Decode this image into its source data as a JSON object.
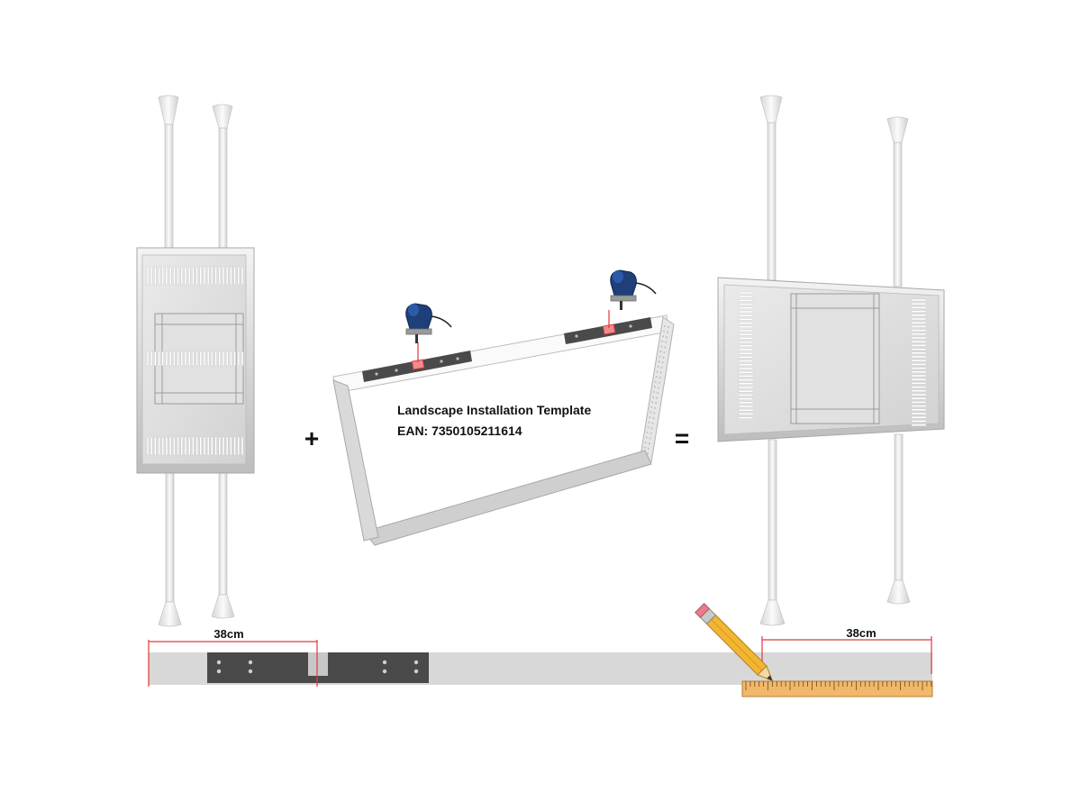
{
  "template": {
    "title": "Landscape Installation Template",
    "ean": "EAN: 7350105211614"
  },
  "operators": {
    "plus": "+",
    "equals": "="
  },
  "measurements": {
    "left": "38cm",
    "right": "38cm"
  },
  "colors": {
    "frame": "#d8d8d8",
    "frame_edge": "#b5b5b5",
    "pole": "#eeeeee",
    "bracket": "#4a4a4a",
    "marker_red": "#e03a3a",
    "ruler": "#f1b86b",
    "pencil": "#f2b632",
    "jigsaw_blue": "#1e3f7a"
  },
  "icons": [
    "jigsaw-icon",
    "pencil-icon",
    "ruler-icon"
  ]
}
